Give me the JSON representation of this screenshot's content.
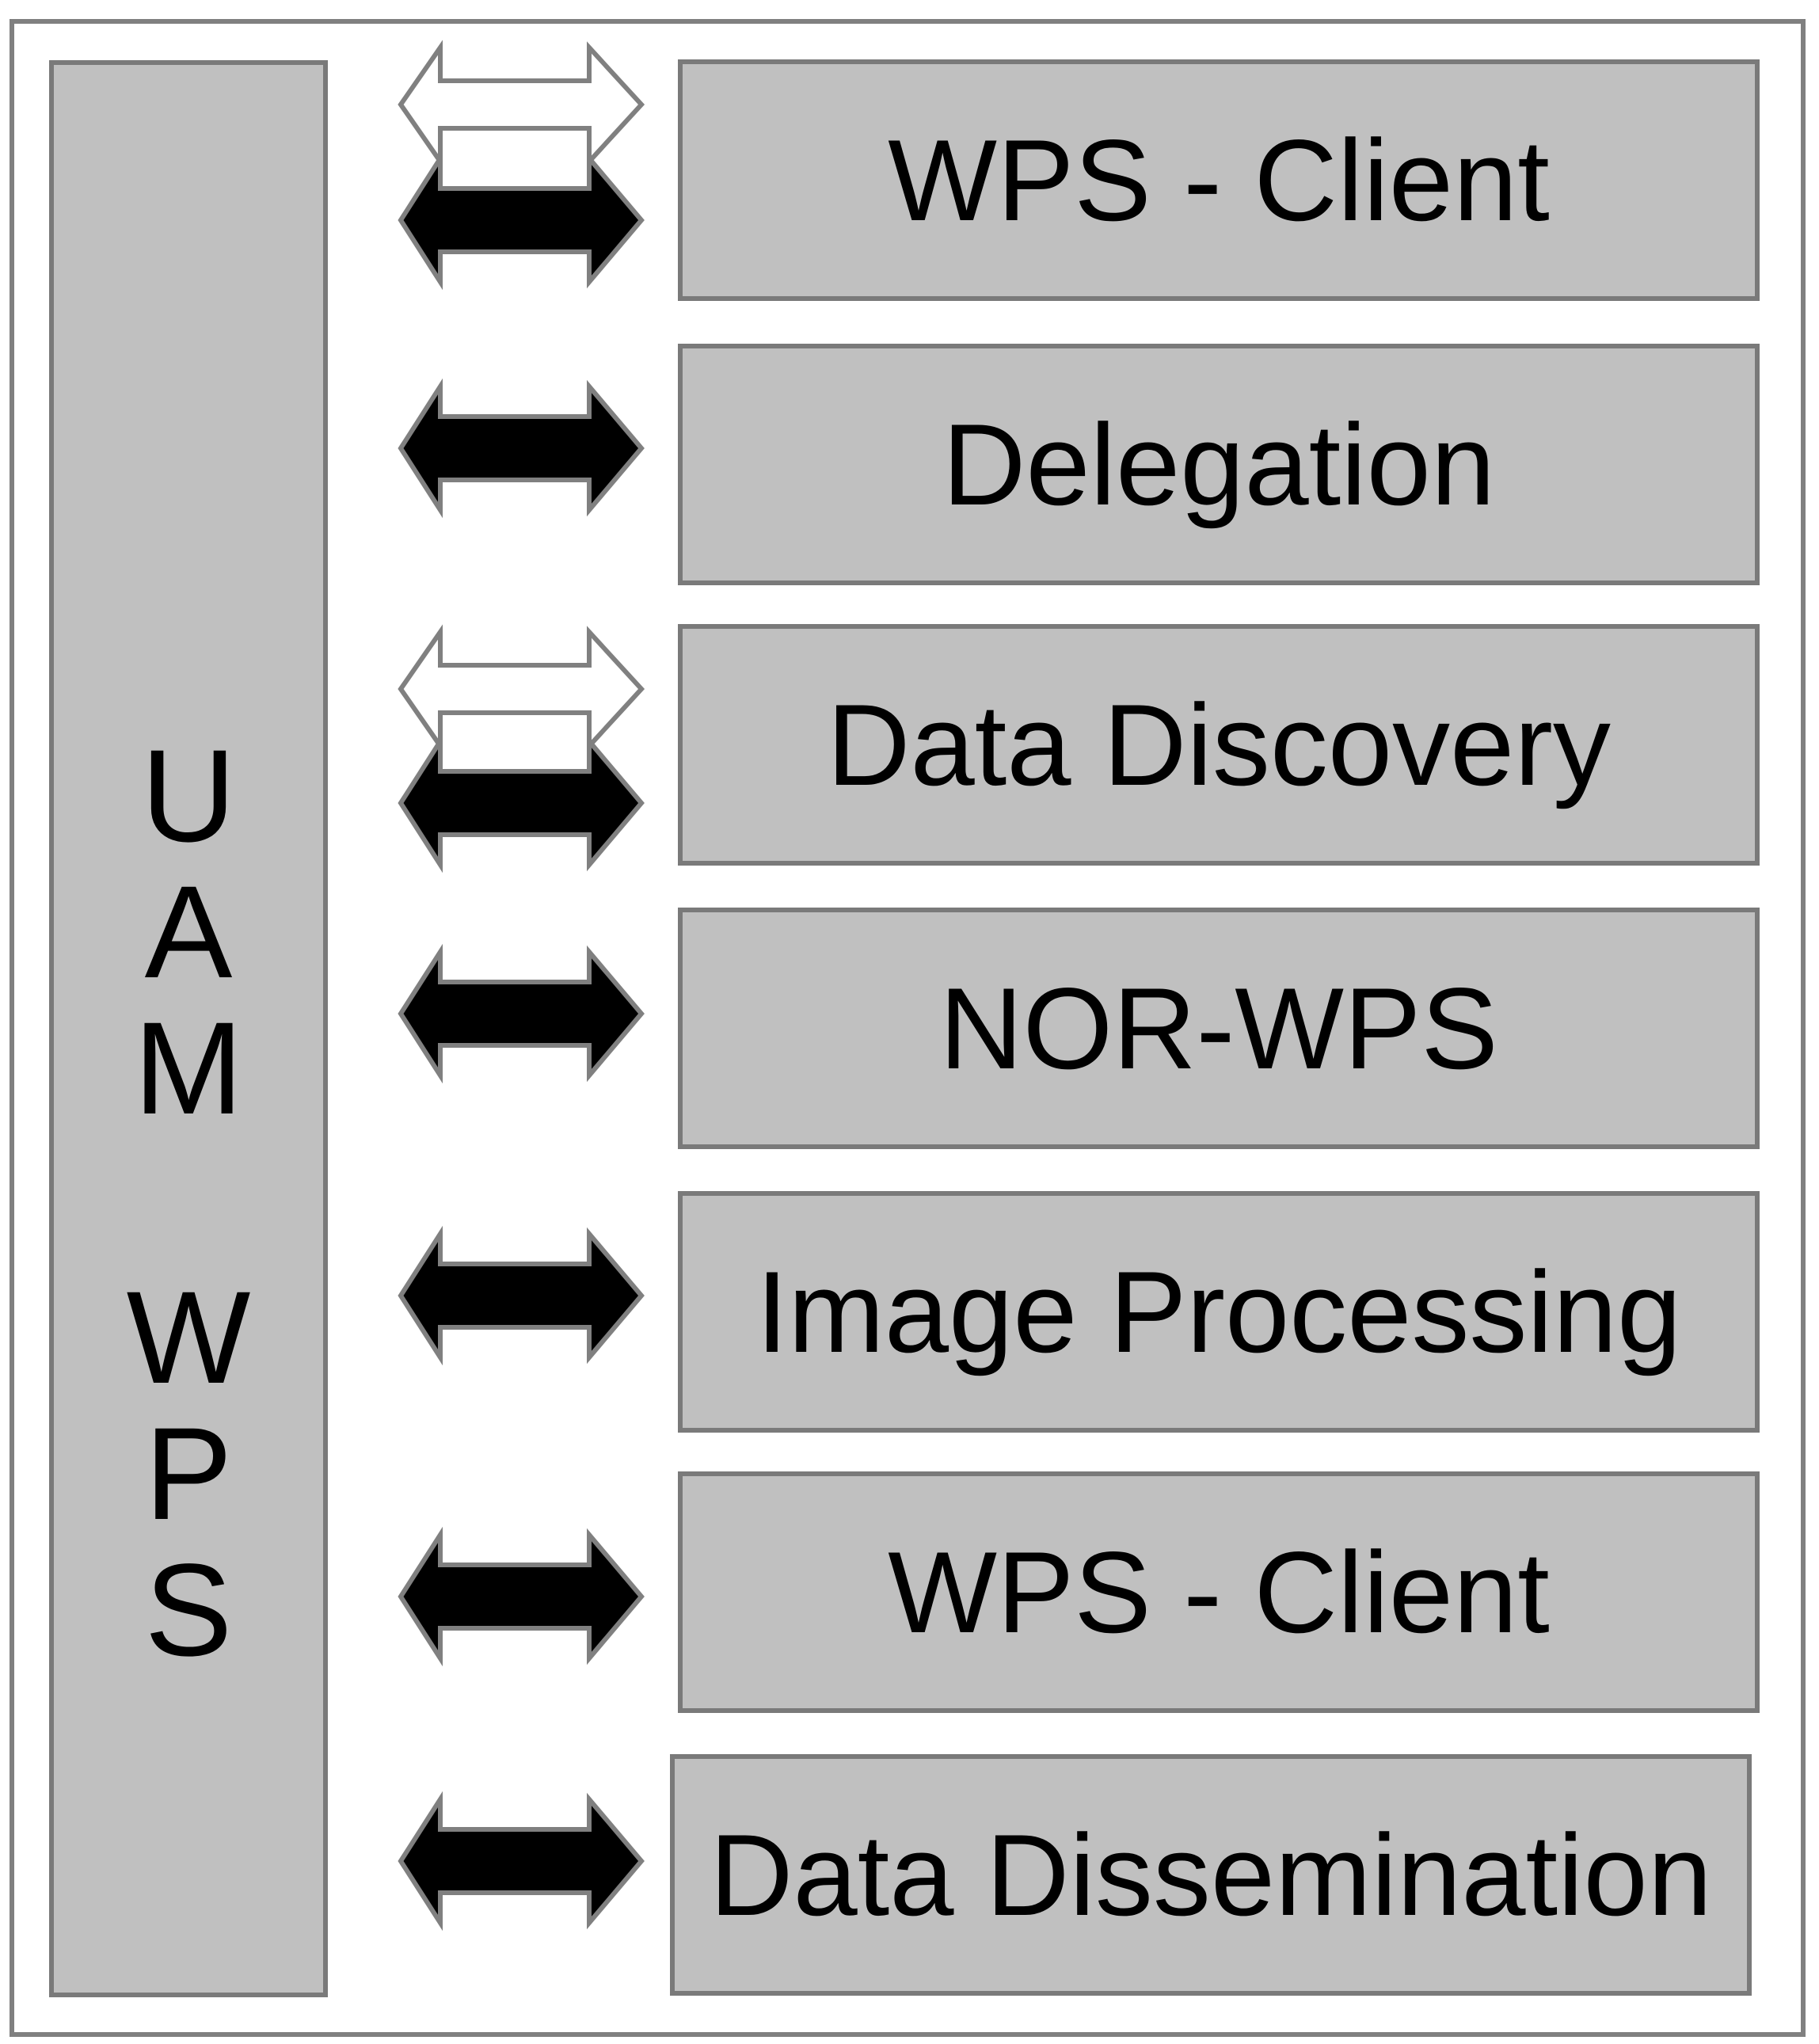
{
  "left_bar": {
    "lines": [
      [
        "U",
        "A",
        "M"
      ],
      [
        "W",
        "P",
        "S"
      ]
    ]
  },
  "components": [
    {
      "label": "WPS - Client"
    },
    {
      "label": "Delegation"
    },
    {
      "label": "Data Discovery"
    },
    {
      "label": "NOR-WPS"
    },
    {
      "label": "Image Processing"
    },
    {
      "label": "WPS - Client"
    },
    {
      "label": "Data Dissemination"
    }
  ],
  "arrows": [
    {
      "to": "WPS - Client",
      "style": "double",
      "upper": "hollow",
      "lower": "filled"
    },
    {
      "to": "Delegation",
      "style": "single",
      "lower": "filled"
    },
    {
      "to": "Data Discovery",
      "style": "double",
      "upper": "hollow",
      "lower": "filled"
    },
    {
      "to": "NOR-WPS",
      "style": "single",
      "lower": "filled"
    },
    {
      "to": "Image Processing",
      "style": "single",
      "lower": "filled"
    },
    {
      "to": "WPS - Client",
      "style": "single",
      "lower": "filled"
    },
    {
      "to": "Data Dissemination",
      "style": "single",
      "lower": "filled"
    }
  ],
  "colors": {
    "box_fill": "#c0c0c0",
    "box_border": "#7a7a7a",
    "frame_border": "#808080",
    "arrow_fill": "#000000",
    "hollow_arrow_fill": "#ffffff"
  }
}
